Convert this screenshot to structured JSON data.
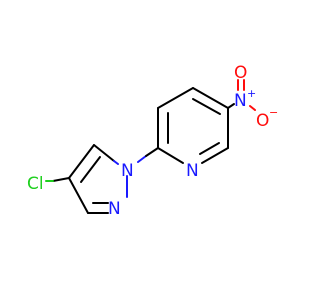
{
  "molecule": {
    "atoms": {
      "cl": {
        "symbol": "Cl",
        "color": "#1fd01f"
      },
      "n_pyrazole_1": {
        "symbol": "N",
        "color": "#1a1aff"
      },
      "n_pyrazole_2": {
        "symbol": "N",
        "color": "#1a1aff"
      },
      "n_pyridine": {
        "symbol": "N",
        "color": "#1a1aff"
      },
      "n_nitro": {
        "symbol": "N",
        "color": "#1a1aff",
        "charge": "+"
      },
      "o_double": {
        "symbol": "O",
        "color": "#ff0d0d"
      },
      "o_single": {
        "symbol": "O",
        "color": "#ff0d0d",
        "charge": "−"
      }
    },
    "bond_color": "#000000"
  }
}
